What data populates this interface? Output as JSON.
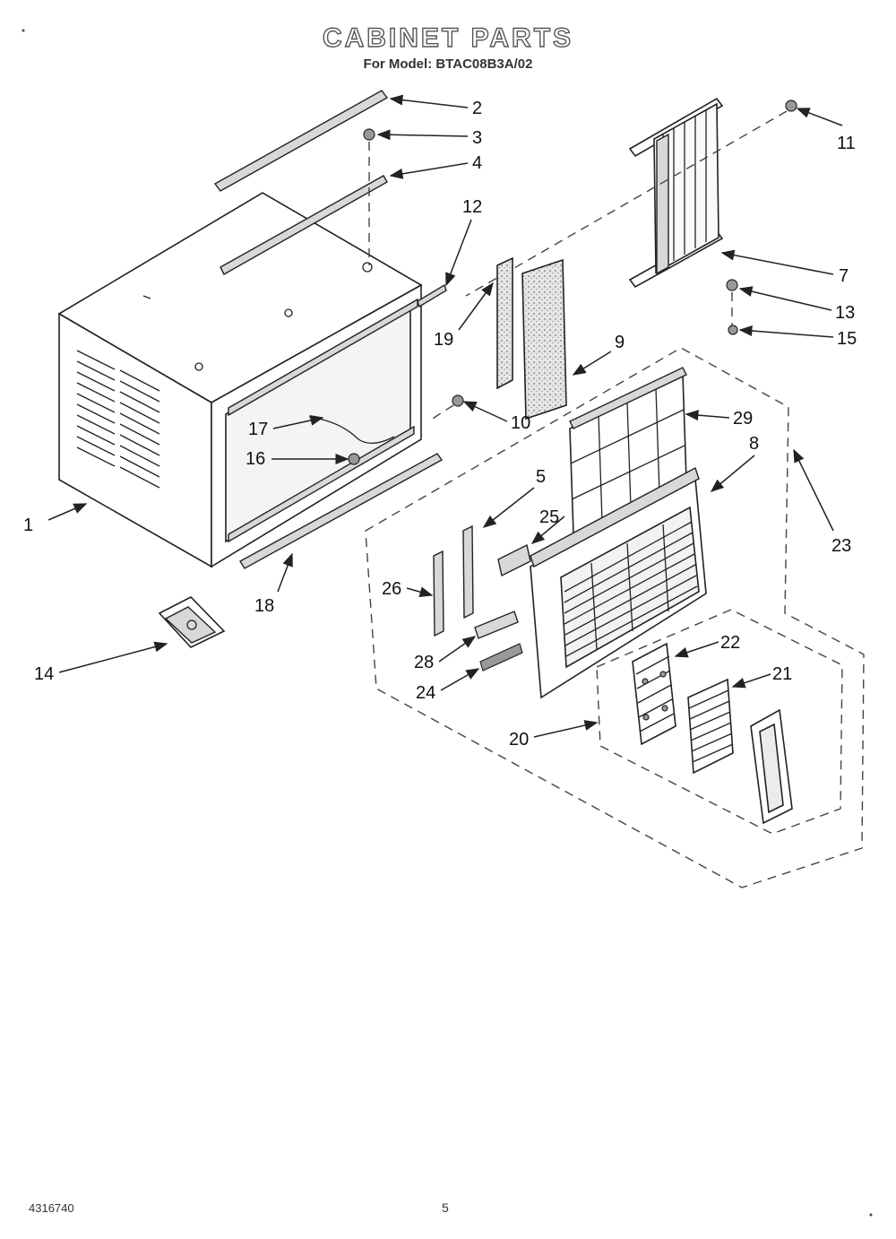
{
  "header": {
    "title": "CABINET PARTS",
    "subtitle": "For Model: BTAC08B3A/02"
  },
  "footer": {
    "doc_number": "4316740",
    "page_number": "5"
  },
  "callouts": [
    "1",
    "2",
    "3",
    "4",
    "5",
    "7",
    "8",
    "9",
    "10",
    "11",
    "12",
    "13",
    "14",
    "15",
    "16",
    "17",
    "18",
    "19",
    "20",
    "21",
    "22",
    "23",
    "24",
    "25",
    "26",
    "28",
    "29"
  ]
}
